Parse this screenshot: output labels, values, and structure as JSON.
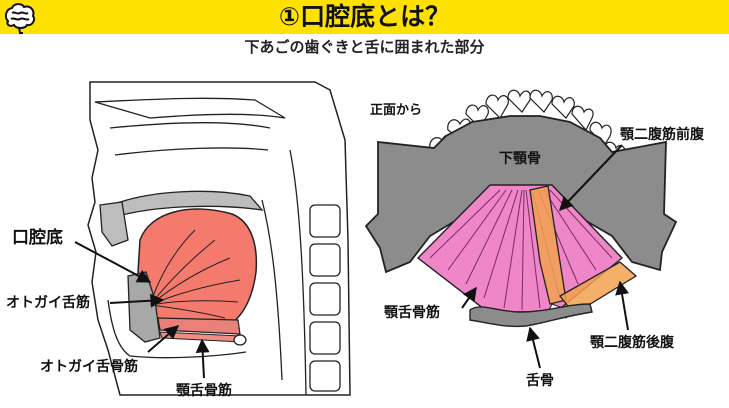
{
  "header": {
    "title": "①口腔底とは？",
    "subtitle": "下あごの歯ぐきと舌に囲まれた部分",
    "logo_icon": "brain-icon",
    "bar_color": "#ffe100"
  },
  "sagittal": {
    "label_floor": "口腔底",
    "label_geniohyoid_m": "オトガイ舌筋",
    "label_geniohyoid": "オトガイ舌骨筋",
    "label_mylohyoid": "顎舌骨筋",
    "tongue_color": "#f47a6e",
    "bone_color": "#a8a8a8"
  },
  "frontal": {
    "label_view": "正面から",
    "label_mandible": "下顎骨",
    "label_digastric_anterior": "顎二腹筋前腹",
    "label_mylohyoid": "顎舌骨筋",
    "label_digastric_posterior": "顎二腹筋後腹",
    "label_hyoid": "舌骨",
    "muscle_color": "#ee86c8",
    "digastric_color": "#f2a14f",
    "bone_color": "#8c8c8c"
  }
}
